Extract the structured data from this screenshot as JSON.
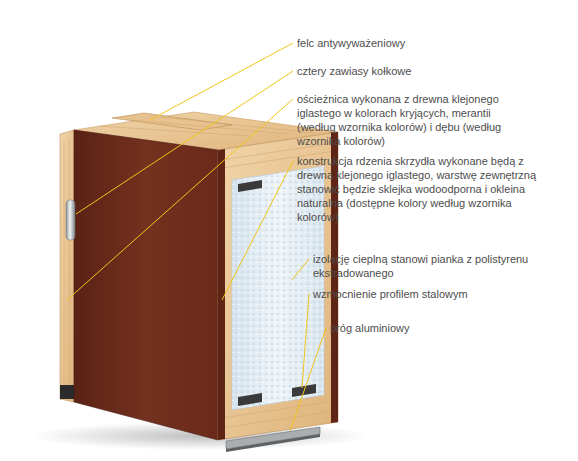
{
  "diagram": {
    "labels": [
      "felc antywyważeniowy",
      "cztery zawiasy kołkowe",
      "ościeżnica wykonana z drewna klejonego iglastego w kolorach kryjących, merantii (według wzornika kolorów) i dębu (według wzornika kolorów)",
      "konstrukcja rdzenia skrzydła wykonane będą z drewna klejonego iglastego, warstwę zewnętrzną stanowić będzie sklejka wodoodporna i okleina naturalna (dostępne kolory według wzornika kolorów)",
      "izolację cieplną stanowi pianka z polistyrenu ekstradowanego",
      "wzmocnienie profilem stalowym",
      "próg aluminiowy"
    ]
  }
}
